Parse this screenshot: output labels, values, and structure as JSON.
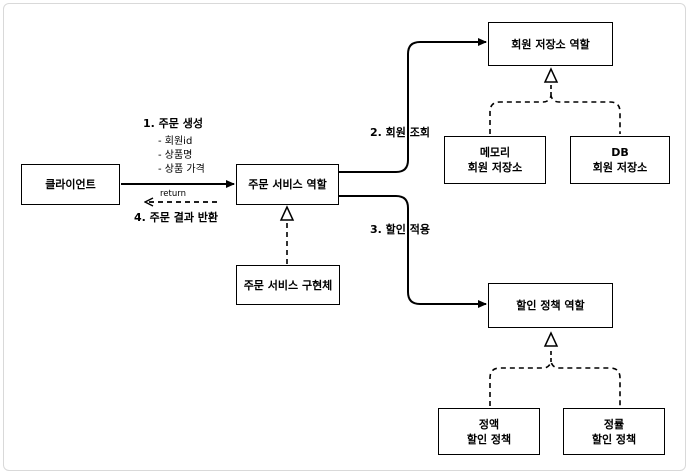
{
  "boxes": {
    "client": "클라이언트",
    "order_service_role": "주문 서비스 역할",
    "order_service_impl": "주문 서비스 구현체",
    "member_repo_role": "회원 저장소 역할",
    "memory_repo": {
      "line1": "메모리",
      "line2": "회원 저장소"
    },
    "db_repo": {
      "line1": "DB",
      "line2": "회원 저장소"
    },
    "discount_policy_role": "할인 정책 역할",
    "fixed_policy": {
      "line1": "정액",
      "line2": "할인 정책"
    },
    "rate_policy": {
      "line1": "정률",
      "line2": "할인 정책"
    }
  },
  "labels": {
    "step1": "1. 주문 생성",
    "param1": "- 회원id",
    "param2": "- 상품명",
    "param3": "- 상품 가격",
    "return_text": "return",
    "step4": "4. 주문 결과 반환",
    "step2": "2. 회원 조회",
    "step3": "3. 할인 적용"
  }
}
